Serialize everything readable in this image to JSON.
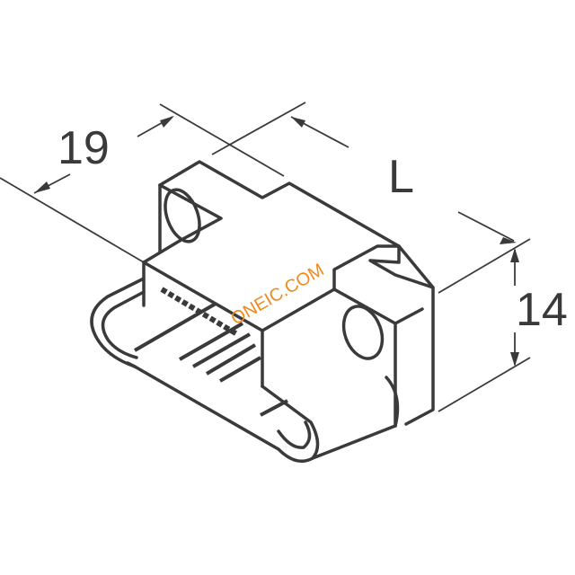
{
  "diagram": {
    "type": "isometric connector outline drawing",
    "line_color": "#3a3a3a",
    "dimensions": {
      "width": {
        "label": "19"
      },
      "length": {
        "label": "L"
      },
      "height": {
        "label": "14"
      }
    },
    "watermark": {
      "text": "ONEIC.COM",
      "color": "#f08a1c"
    }
  }
}
